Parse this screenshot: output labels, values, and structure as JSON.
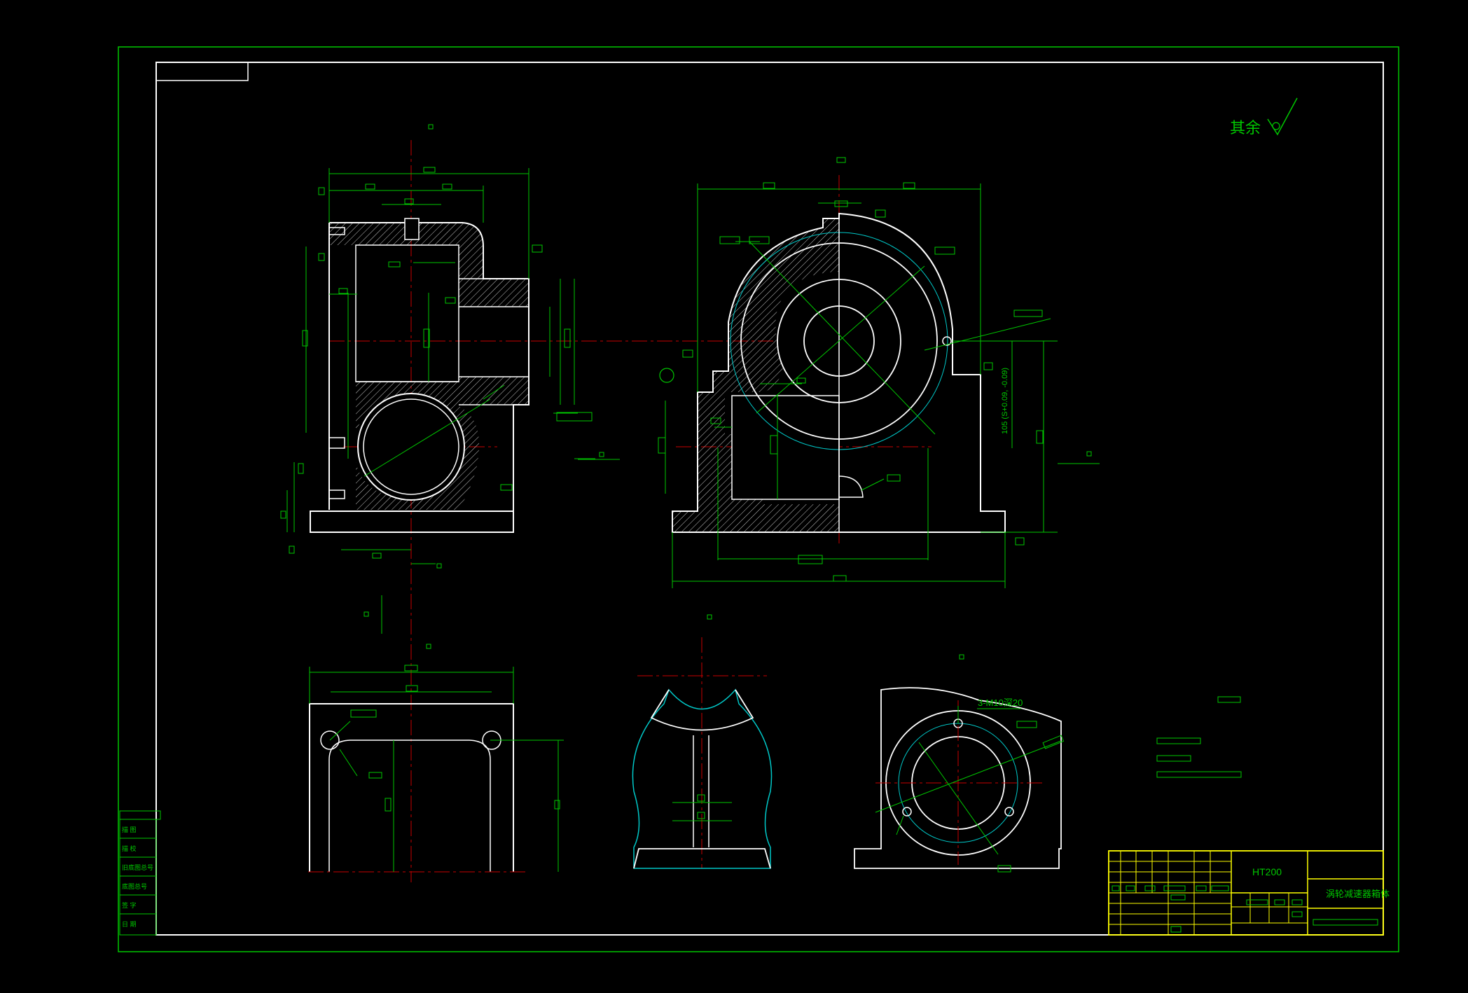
{
  "colors": {
    "background": "#000000",
    "outline": "#ffffff",
    "dimension": "#00c800",
    "centerline": "#c80000",
    "hidden": "#00c8c8",
    "titleblock": "#ffff00",
    "text": "#00c800"
  },
  "surface_note": {
    "label": "其余"
  },
  "annotations": {
    "thread_callout": "3-M10深20",
    "tolerance_dim": "105 (S+0.09, -0.09)"
  },
  "title_block": {
    "material": "HT200",
    "part_name": "涡轮减速器箱体"
  },
  "revision_table": {
    "rows": [
      "描 图",
      "描 校",
      "旧底图总号",
      "底图总号",
      "签 字",
      "日 期"
    ]
  }
}
